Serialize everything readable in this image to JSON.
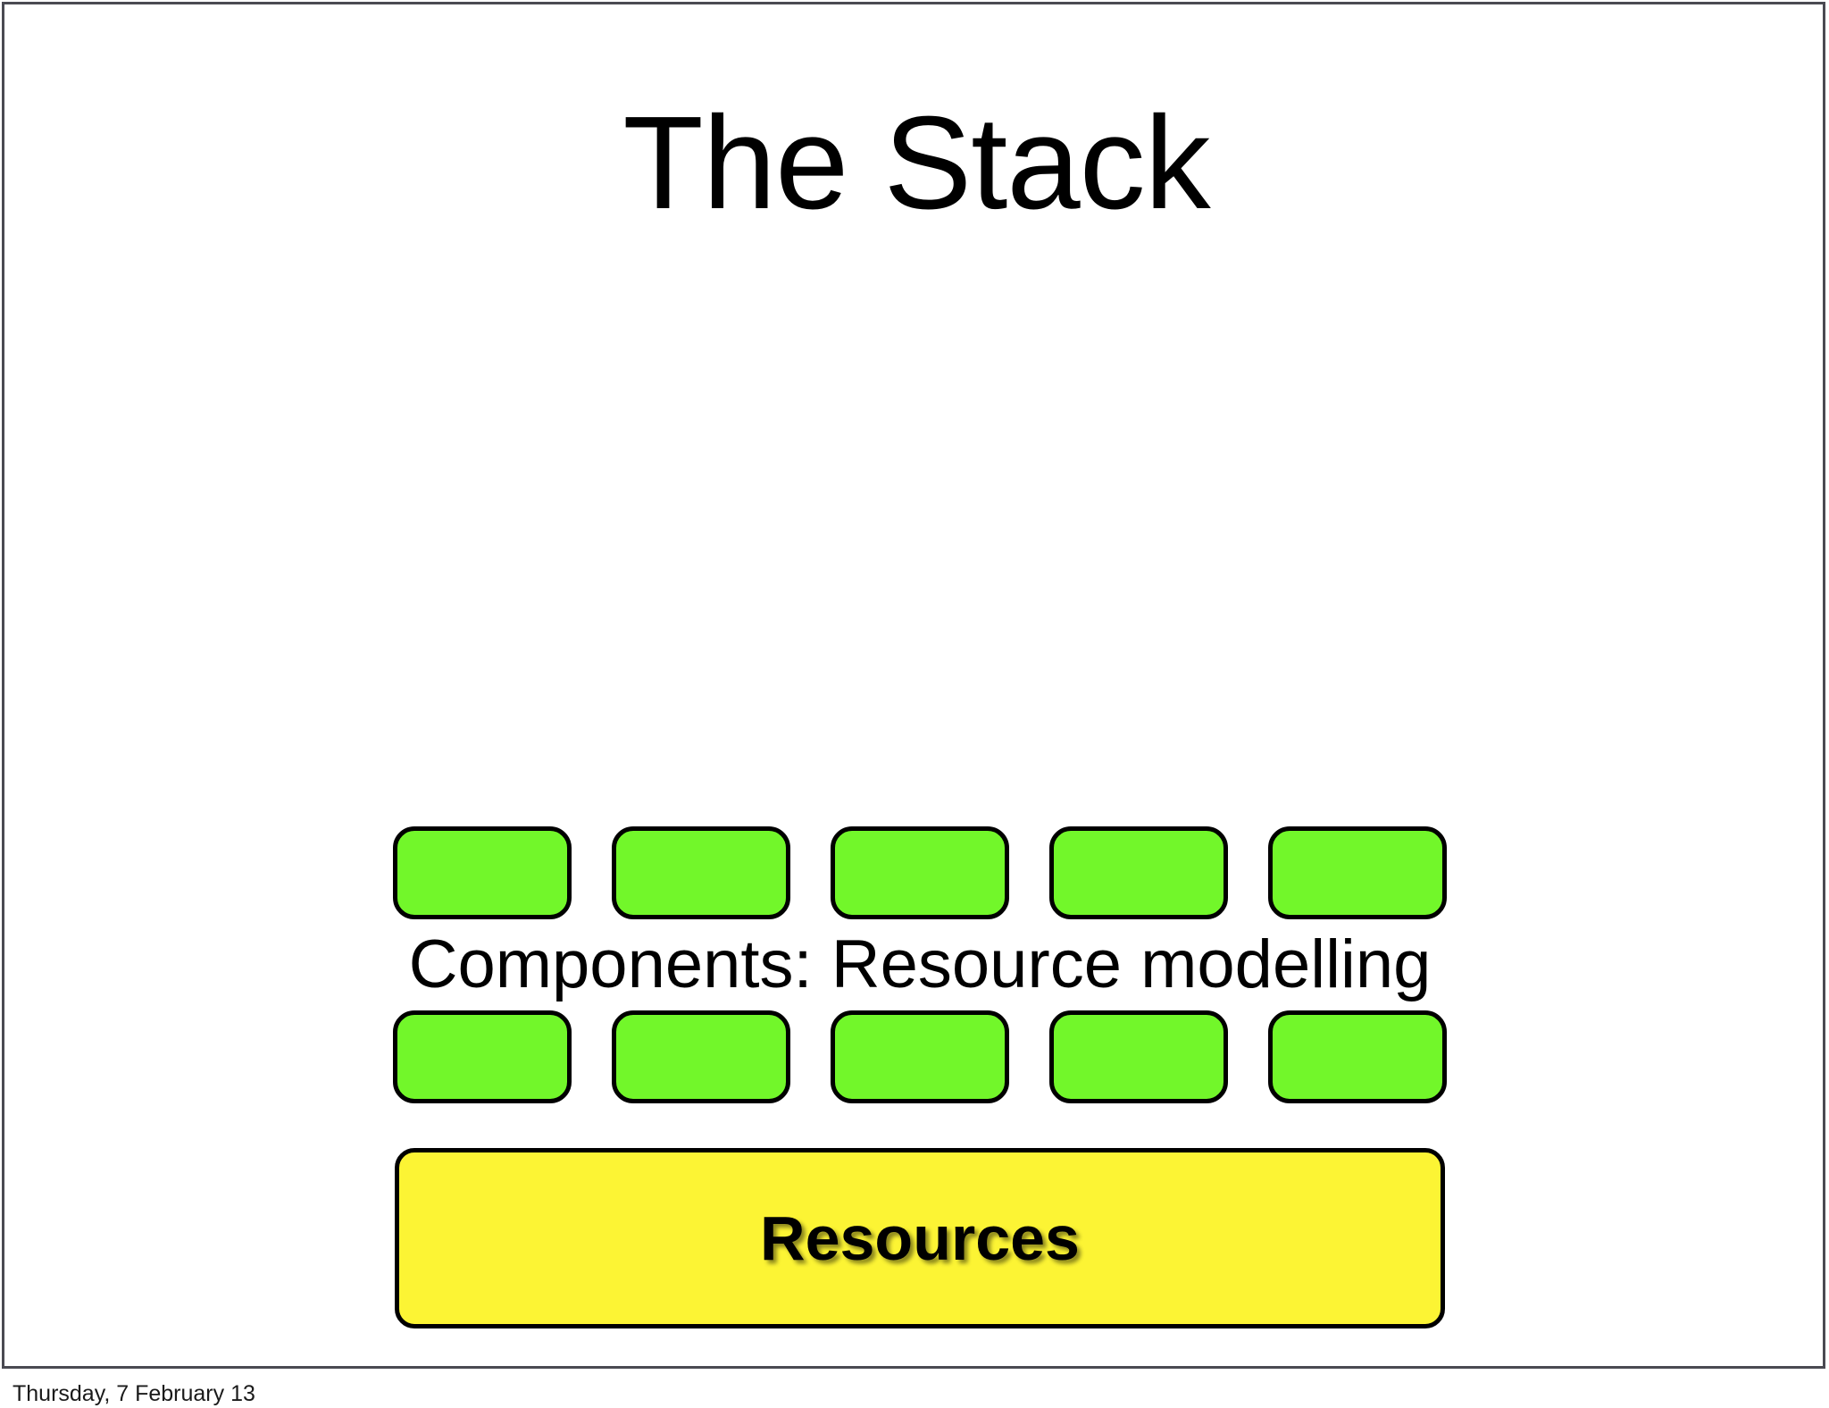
{
  "slide": {
    "title": "The Stack",
    "background_color": "#ffffff",
    "border_color": "#4a4a52"
  },
  "diagram": {
    "components_caption": "Components: Resource modelling",
    "component_box_color": "#72F72A",
    "component_box_border_color": "#000000",
    "component_rows": [
      {
        "row": "top",
        "boxes": [
          "",
          "",
          "",
          "",
          ""
        ]
      },
      {
        "row": "bottom",
        "boxes": [
          "",
          "",
          "",
          "",
          ""
        ]
      }
    ],
    "resources": {
      "label": "Resources",
      "fill_color": "#FCF434",
      "border_color": "#000000"
    }
  },
  "footer": {
    "date": "Thursday, 7 February 13"
  }
}
